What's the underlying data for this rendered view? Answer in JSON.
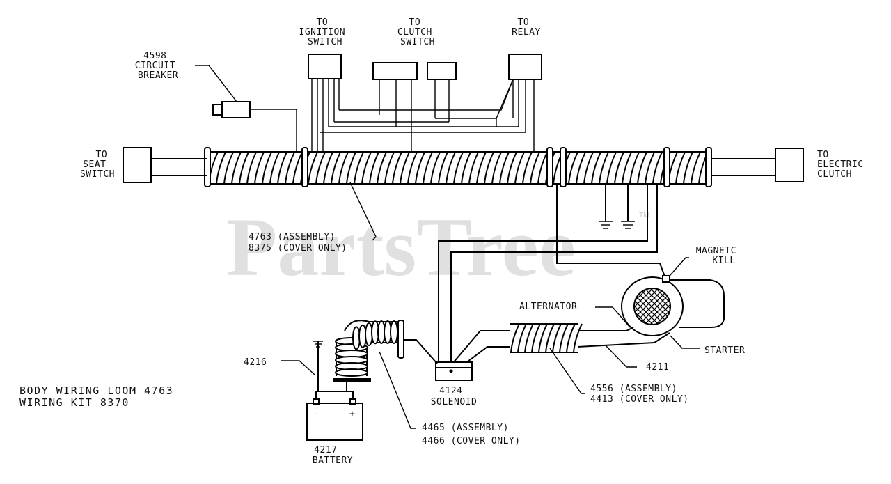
{
  "labels": {
    "ignition": [
      "TO",
      "IGNITION",
      "SWITCH"
    ],
    "clutch_switch": [
      "TO",
      "CLUTCH",
      "SWITCH"
    ],
    "relay": [
      "TO",
      "RELAY"
    ],
    "breaker": [
      "4598",
      "CIRCUIT",
      "BREAKER"
    ],
    "seat": [
      "TO",
      "SEAT",
      "SWITCH"
    ],
    "electric_clutch": [
      "TO",
      "ELECTRIC",
      "CLUTCH"
    ],
    "main_loom": [
      "4763 (ASSEMBLY)",
      "8375 (COVER ONLY)"
    ],
    "magneto": [
      "MAGNETC",
      "KILL"
    ],
    "alternator": "ALTERNATOR",
    "starter": "STARTER",
    "wire_4211": "4211",
    "engine_loom": [
      "4556 (ASSEMBLY)",
      "4413 (COVER ONLY)"
    ],
    "solenoid": [
      "4124",
      "SOLENOID"
    ],
    "wire_4216": "4216",
    "battery": [
      "4217",
      "BATTERY"
    ],
    "battery_loom": [
      "4465 (ASSEMBLY)",
      "4466 (COVER ONLY)"
    ],
    "battery_minus": "-",
    "battery_plus": "+",
    "title": [
      "BODY WIRING LOOM 4763",
      "WIRING KIT 8370"
    ]
  },
  "watermark": {
    "text": "PartsTree",
    "trademark": "TM"
  },
  "colors": {
    "line": "#000000",
    "background": "#ffffff",
    "watermark": "#c8c8c8"
  }
}
